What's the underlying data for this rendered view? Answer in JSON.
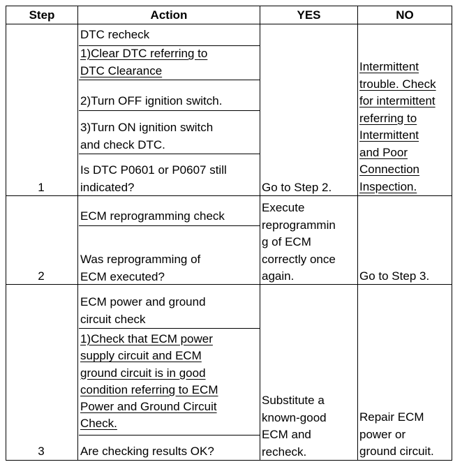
{
  "headers": {
    "step": "Step",
    "action": "Action",
    "yes": "YES",
    "no": "NO"
  },
  "rows": [
    {
      "step": "1",
      "action": {
        "title": "DTC recheck",
        "sub1": [
          "1)Clear DTC referring to",
          "DTC Clearance"
        ],
        "sub2": "2)Turn OFF ignition switch.",
        "sub3": [
          "3)Turn ON ignition switch",
          "and check DTC."
        ],
        "question": [
          "Is DTC P0601 or P0607 still",
          "indicated?"
        ]
      },
      "yes": "Go to Step 2.",
      "no": [
        "Intermittent",
        "trouble. Check",
        "for intermittent",
        "referring to",
        "Intermittent",
        "and Poor",
        "Connection",
        "Inspection."
      ]
    },
    {
      "step": "2",
      "action": {
        "title": "ECM reprogramming check",
        "question": [
          "Was reprogramming of",
          "ECM executed?"
        ]
      },
      "yes": [
        "Execute",
        "reprogrammin",
        "g of ECM",
        "correctly once",
        "again."
      ],
      "no": "Go to Step 3."
    },
    {
      "step": "3",
      "action": {
        "title": [
          "ECM power and ground",
          "circuit check"
        ],
        "sub1": [
          "1)Check that ECM power",
          "supply circuit and ECM",
          "ground circuit is in good",
          "condition referring to ECM",
          "Power and Ground Circuit",
          "Check."
        ],
        "question": "Are checking results OK?"
      },
      "yes": [
        "Substitute a",
        "known-good",
        "ECM and",
        "recheck."
      ],
      "no": [
        "Repair ECM",
        "power or",
        "ground circuit."
      ]
    }
  ]
}
